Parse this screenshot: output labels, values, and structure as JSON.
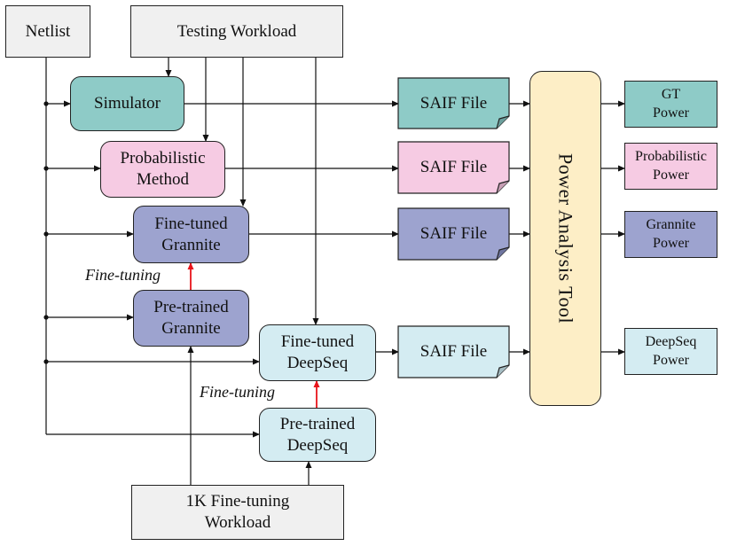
{
  "inputs": {
    "netlist": "Netlist",
    "testing_workload": "Testing Workload",
    "finetune_workload_line1": "1K Fine-tuning",
    "finetune_workload_line2": "Workload"
  },
  "methods": {
    "simulator": "Simulator",
    "probabilistic_line1": "Probabilistic",
    "probabilistic_line2": "Method",
    "ft_grannite_line1": "Fine-tuned",
    "ft_grannite_line2": "Grannite",
    "pt_grannite_line1": "Pre-trained",
    "pt_grannite_line2": "Grannite",
    "ft_deepseq_line1": "Fine-tuned",
    "ft_deepseq_line2": "DeepSeq",
    "pt_deepseq_line1": "Pre-trained",
    "pt_deepseq_line2": "DeepSeq"
  },
  "saif_files": [
    "SAIF File",
    "SAIF File",
    "SAIF File",
    "SAIF File"
  ],
  "tool": "Power Analysis Tool",
  "outputs": {
    "gt_line1": "GT",
    "gt_line2": "Power",
    "prob_line1": "Probabilistic",
    "prob_line2": "Power",
    "grannite_line1": "Grannite",
    "grannite_line2": "Power",
    "deepseq_line1": "DeepSeq",
    "deepseq_line2": "Power"
  },
  "annotations": {
    "fine_tuning_1": "Fine-tuning",
    "fine_tuning_2": "Fine-tuning"
  },
  "colors": {
    "teal": "#8ecbc7",
    "pink": "#f6cbe3",
    "purple": "#9da3cf",
    "light_blue": "#d4ecf2",
    "tool": "#fdeec6",
    "input_gray": "#f0f0f0",
    "finetune_arrow": "#e8141b"
  }
}
